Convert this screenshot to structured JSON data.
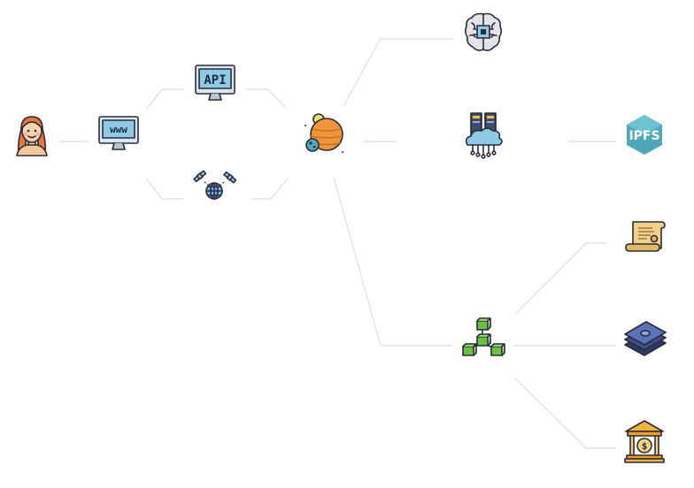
{
  "diagram": {
    "nodes": [
      {
        "id": "user",
        "icon": "person-icon"
      },
      {
        "id": "website",
        "icon": "www-monitor-icon",
        "label": "www"
      },
      {
        "id": "api",
        "icon": "api-monitor-icon",
        "label": "API"
      },
      {
        "id": "network",
        "icon": "satellite-globe-icon"
      },
      {
        "id": "planet",
        "icon": "planet-icon"
      },
      {
        "id": "ai",
        "icon": "brain-chip-icon"
      },
      {
        "id": "cloud-servers",
        "icon": "cloud-server-icon"
      },
      {
        "id": "ipfs",
        "icon": "ipfs-hexagon-icon",
        "label": "IPFS"
      },
      {
        "id": "blockchain",
        "icon": "blockchain-cubes-icon"
      },
      {
        "id": "contract",
        "icon": "contract-scroll-icon"
      },
      {
        "id": "money",
        "icon": "money-stack-icon"
      },
      {
        "id": "bank",
        "icon": "bank-icon",
        "label": "$"
      }
    ],
    "edges": [
      [
        "user",
        "website"
      ],
      [
        "website",
        "api"
      ],
      [
        "website",
        "network"
      ],
      [
        "api",
        "planet"
      ],
      [
        "network",
        "planet"
      ],
      [
        "planet",
        "ai"
      ],
      [
        "planet",
        "cloud-servers"
      ],
      [
        "planet",
        "blockchain"
      ],
      [
        "cloud-servers",
        "ipfs"
      ],
      [
        "blockchain",
        "contract"
      ],
      [
        "blockchain",
        "money"
      ],
      [
        "blockchain",
        "bank"
      ]
    ],
    "colors": {
      "connector": "#dedede",
      "outline": "#2b2b3a",
      "monitor_screen": "#8ecae6",
      "ipfs_teal": "#4ea8b5",
      "planet_orange": "#f0953a",
      "cube_green": "#6cbf45",
      "bank_gold": "#f2b33d",
      "hair_orange": "#e8763a"
    }
  }
}
